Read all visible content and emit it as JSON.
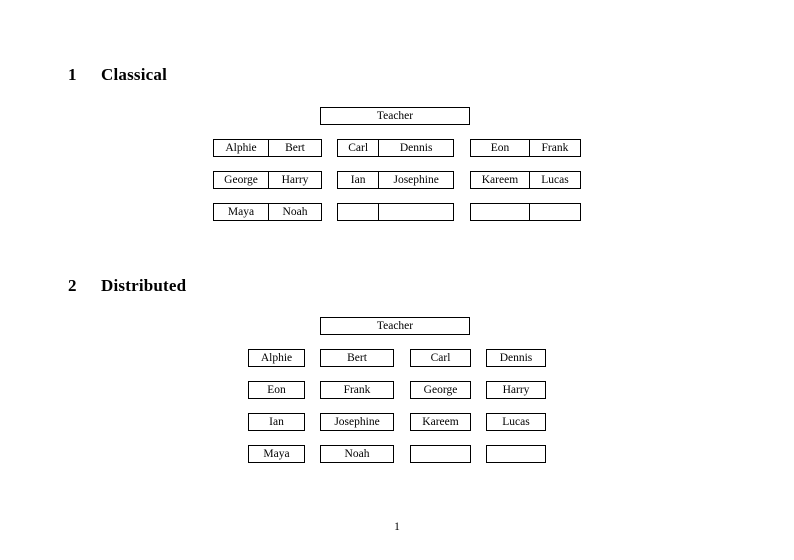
{
  "document": {
    "page_number": "1"
  },
  "sections": [
    {
      "number": "1",
      "title": "Classical",
      "teacher_label": "Teacher",
      "groups": [
        {
          "rows": [
            {
              "left": "Alphie",
              "right": "Bert"
            },
            {
              "left": "George",
              "right": "Harry"
            },
            {
              "left": "Maya",
              "right": "Noah"
            }
          ]
        },
        {
          "rows": [
            {
              "left": "Carl",
              "right": "Dennis"
            },
            {
              "left": "Ian",
              "right": "Josephine"
            },
            {
              "left": "",
              "right": ""
            }
          ]
        },
        {
          "rows": [
            {
              "left": "Eon",
              "right": "Frank"
            },
            {
              "left": "Kareem",
              "right": "Lucas"
            },
            {
              "left": "",
              "right": ""
            }
          ]
        }
      ]
    },
    {
      "number": "2",
      "title": "Distributed",
      "teacher_label": "Teacher",
      "rows": [
        [
          "Alphie",
          "Bert",
          "Carl",
          "Dennis"
        ],
        [
          "Eon",
          "Frank",
          "George",
          "Harry"
        ],
        [
          "Ian",
          "Josephine",
          "Kareem",
          "Lucas"
        ],
        [
          "Maya",
          "Noah",
          "",
          ""
        ]
      ]
    }
  ]
}
